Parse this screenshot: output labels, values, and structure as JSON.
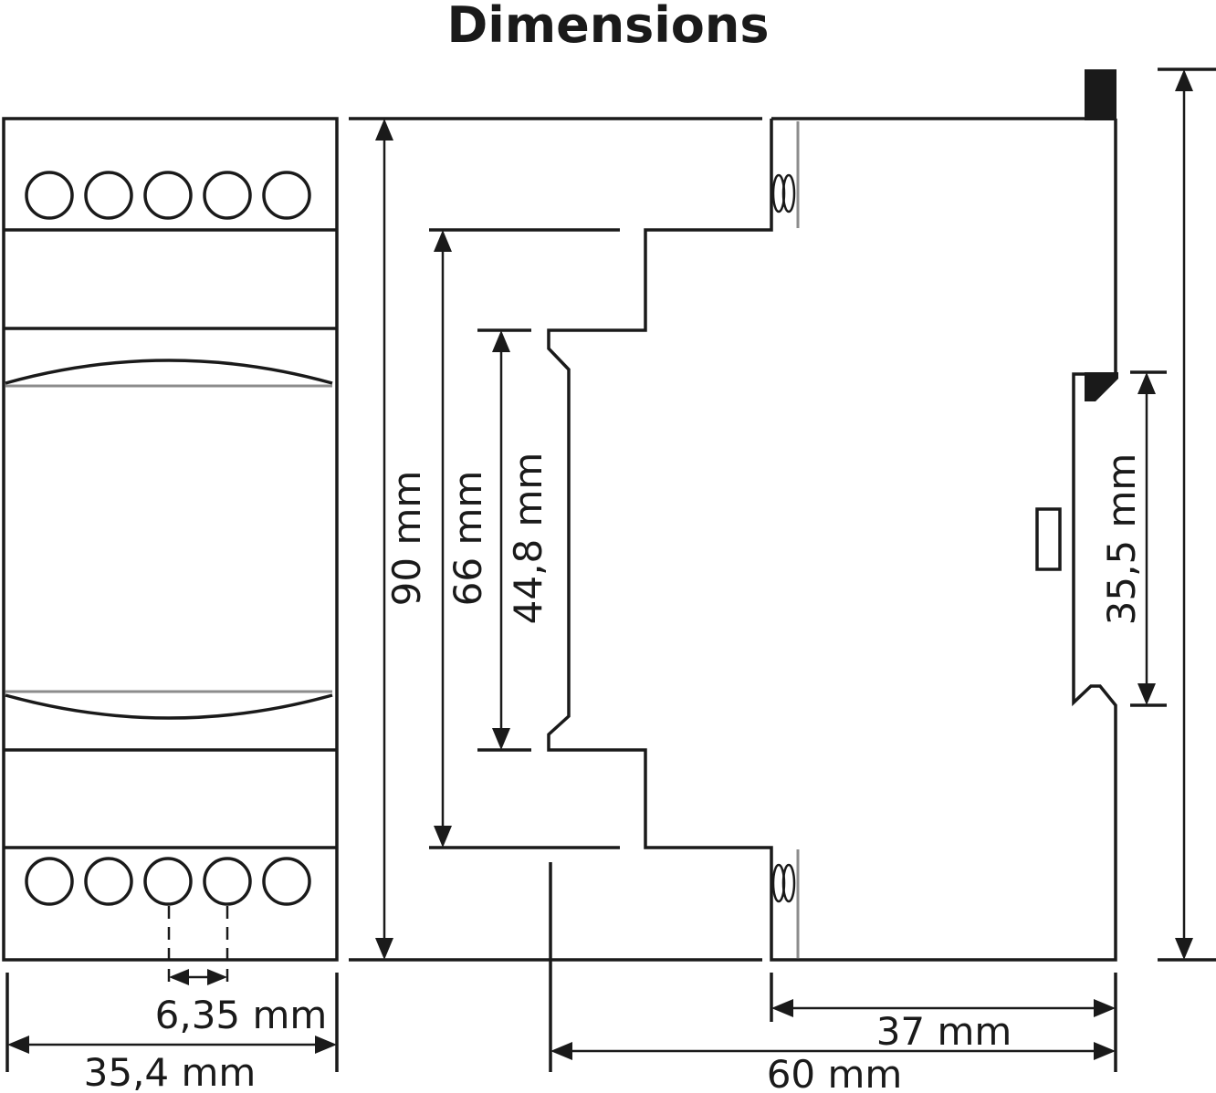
{
  "title": "Dimensions",
  "dimensions": {
    "height_total": "90 mm",
    "height_step": "66 mm",
    "height_front": "44,8 mm",
    "rail": "35,5 mm",
    "terminal_pitch": "6,35 mm",
    "width_front": "35,4 mm",
    "depth_body": "37 mm",
    "depth_total": "60 mm"
  },
  "colors": {
    "line": "#1a1a1a",
    "grey_line": "#8c8c8c",
    "background": "#ffffff"
  }
}
